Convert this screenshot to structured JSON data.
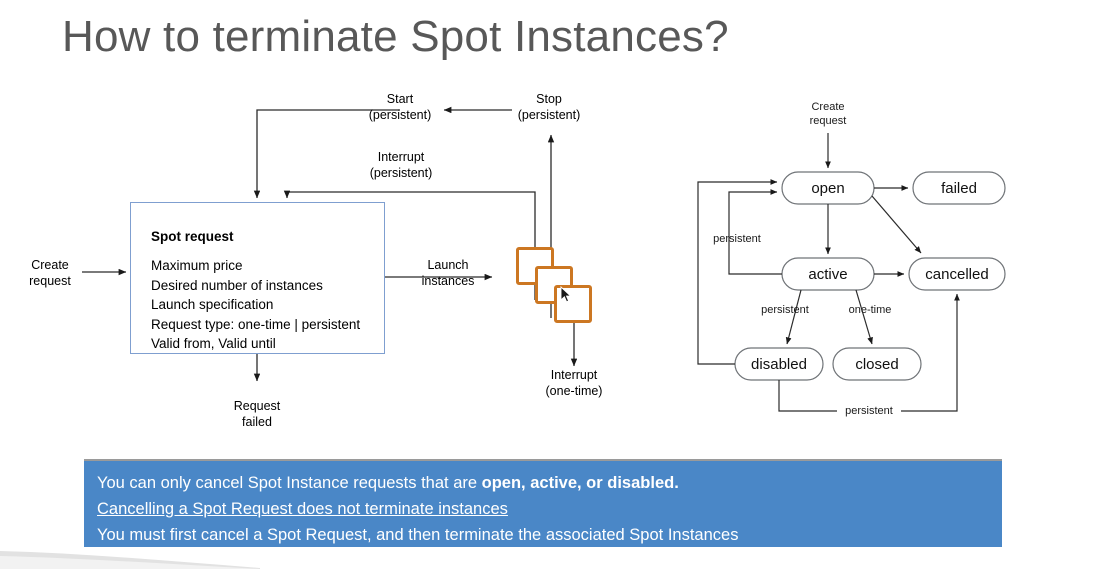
{
  "slide": {
    "title": "How to terminate Spot Instances?"
  },
  "left_diagram": {
    "create_request": {
      "line1": "Create",
      "line2": "request"
    },
    "start_persistent": {
      "line1": "Start",
      "line2": "(persistent)"
    },
    "stop_persistent": {
      "line1": "Stop",
      "line2": "(persistent)"
    },
    "interrupt_persistent": {
      "line1": "Interrupt",
      "line2": "(persistent)"
    },
    "launch_instances": {
      "line1": "Launch",
      "line2": "instances"
    },
    "interrupt_onetime": {
      "line1": "Interrupt",
      "line2": "(one-time)"
    },
    "request_failed": {
      "line1": "Request",
      "line2": "failed"
    },
    "spot_request_box": {
      "title": "Spot request",
      "items": [
        "Maximum price",
        "Desired number of instances",
        "Launch specification",
        "Request type: one-time | persistent",
        "Valid from, Valid until"
      ],
      "border_color": "#7f9fd0"
    },
    "instances_icon": {
      "name": "ec2-instances-icon",
      "count": 3,
      "color": "#CC7722"
    },
    "cursor": {
      "name": "mouse-pointer-icon"
    }
  },
  "state_diagram": {
    "entry": {
      "line1": "Create",
      "line2": "request"
    },
    "nodes": [
      {
        "id": "open",
        "label": "open"
      },
      {
        "id": "failed",
        "label": "failed"
      },
      {
        "id": "active",
        "label": "active"
      },
      {
        "id": "cancelled",
        "label": "cancelled"
      },
      {
        "id": "disabled",
        "label": "disabled"
      },
      {
        "id": "closed",
        "label": "closed"
      }
    ],
    "edge_labels": {
      "persistent_left": "persistent",
      "persistent_active": "persistent",
      "onetime_active": "one-time",
      "persistent_bottom": "persistent"
    }
  },
  "callout": {
    "line1_prefix": "You can only cancel Spot Instance requests that are ",
    "line1_bold": "open, active, or disabled.",
    "line2": "Cancelling a Spot Request does not terminate instances",
    "line3": "You must first cancel a Spot Request, and then terminate the associated Spot Instances",
    "background": "#4A87C7"
  }
}
